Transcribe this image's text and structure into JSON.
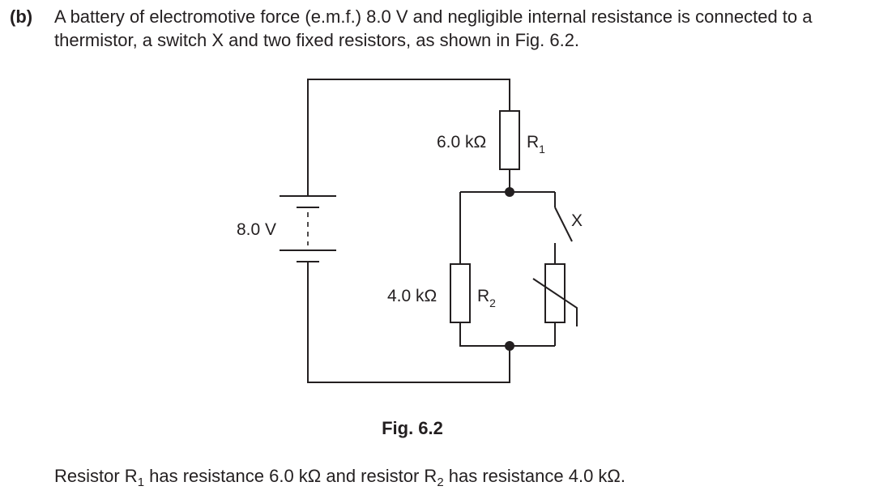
{
  "question": {
    "part_label": "(b)",
    "text": "A battery of electromotive force (e.m.f.) 8.0 V and negligible internal resistance is connected to a thermistor, a switch X and two fixed resistors, as shown in Fig. 6.2."
  },
  "figure": {
    "battery_label": "8.0 V",
    "r1_value": "6.0 kΩ",
    "r1_letter": "R",
    "r1_sub": "1",
    "r2_value": "4.0 kΩ",
    "r2_letter": "R",
    "r2_sub": "2",
    "switch_label": "X",
    "caption": "Fig. 6.2"
  },
  "statement": {
    "part1": "Resistor R",
    "sub1": "1",
    "part2": " has resistance 6.0 kΩ and resistor R",
    "sub2": "2",
    "part3": " has resistance 4.0 kΩ."
  }
}
